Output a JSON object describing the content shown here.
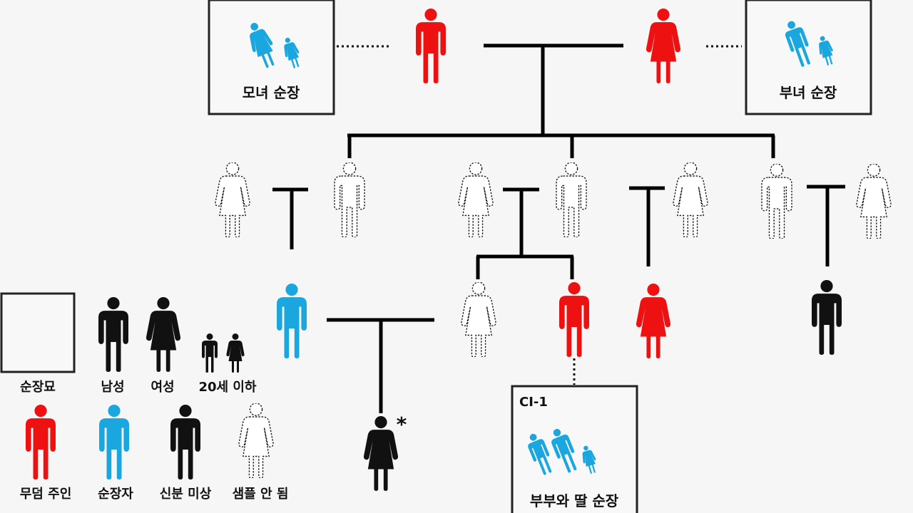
{
  "labels": {
    "mother_daughter_burial": "모녀 순장",
    "father_daughter_burial": "부녀 순장",
    "couple_daughter_burial": "부부와 딸 순장",
    "grave_id": "CI-1",
    "asterisk": "*"
  },
  "legend": {
    "burial_grave": "순장묘",
    "male": "남성",
    "female": "여성",
    "under_20": "20세 이하",
    "tomb_owner": "무덤 주인",
    "sacrificed": "순장자",
    "unidentified": "신분 미상",
    "not_sampled": "샘플 안 됨"
  },
  "colors": {
    "tomb_owner": "#ee1111",
    "sacrificed": "#1aa7e0",
    "unidentified": "#111111",
    "not_sampled": "#ffffff",
    "line": "#000000"
  }
}
